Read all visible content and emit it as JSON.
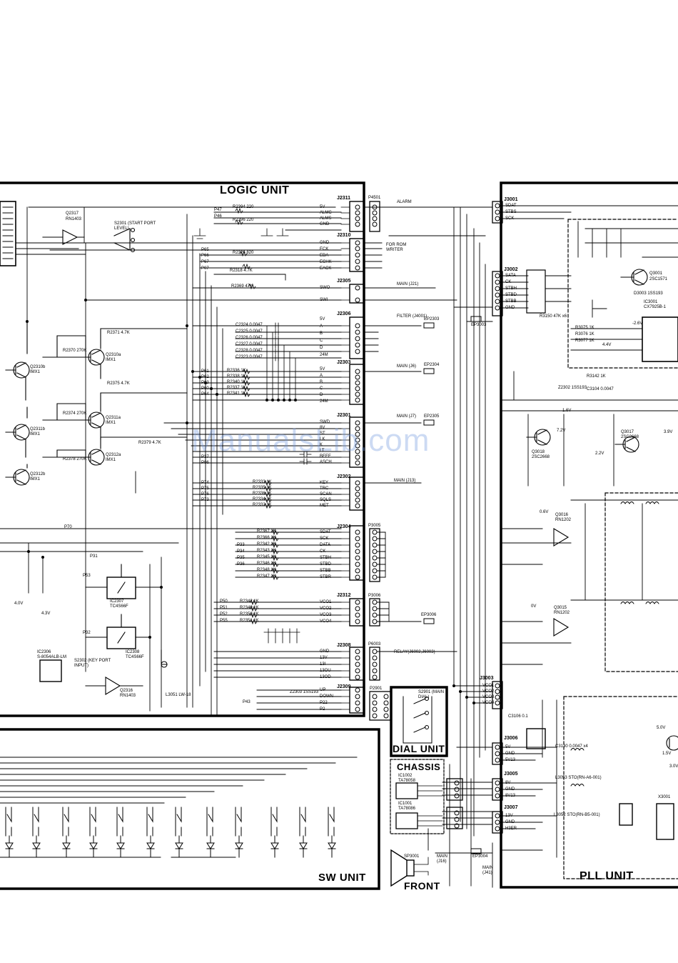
{
  "units": {
    "logic": "LOGIC UNIT",
    "pll": "PLL UNIT",
    "sw": "SW UNIT",
    "dial": "DIAL UNIT",
    "chassis": "CHASSIS",
    "front": "FRONT"
  },
  "watermark": "ManualsLib.com",
  "chassis_ics": [
    {
      "ref": "IC1002",
      "part": "TA78058"
    },
    {
      "ref": "IC1001",
      "part": "TA78086"
    }
  ],
  "logic_ics": [
    {
      "ref": "Q2317",
      "part": "RN1403"
    },
    {
      "ref": "IC2307",
      "part": "TC4S66F"
    },
    {
      "ref": "IC2308",
      "part": "TC4S66F"
    },
    {
      "ref": "IC2306",
      "part": "S-8054ALB-LM"
    },
    {
      "ref": "Q2316",
      "part": "RN1403"
    },
    {
      "ref": "Q2310a",
      "part": "IMX1"
    },
    {
      "ref": "Q2310b",
      "part": "IMX1"
    },
    {
      "ref": "Q2311a",
      "part": "IMX1"
    },
    {
      "ref": "Q2311b",
      "part": "IMX1"
    },
    {
      "ref": "Q2312a",
      "part": "IMX1"
    },
    {
      "ref": "Q2312b",
      "part": "IMX1"
    }
  ],
  "pll_ics": [
    {
      "ref": "Q3001",
      "part": "2SC1571"
    },
    {
      "ref": "IC3001",
      "part": "CX7925B-1"
    },
    {
      "ref": "Q3018",
      "part": "2SC2668"
    },
    {
      "ref": "Q3017",
      "part": "2SC2668"
    },
    {
      "ref": "Q3016",
      "part": "RN1202"
    },
    {
      "ref": "Q3015",
      "part": "RN1202"
    }
  ],
  "connectors": {
    "j2311": {
      "ref": "J2311",
      "pins": [
        "5V",
        "ALMC",
        "ALMS",
        "GND"
      ]
    },
    "j2310": {
      "ref": "J2310",
      "pins": [
        "GND",
        "ECK",
        "EDA",
        "ECHK",
        "EACK"
      ]
    },
    "j2305": {
      "ref": "J2305",
      "pins": [
        "SWO",
        "SWI"
      ]
    },
    "j2306": {
      "ref": "J2306",
      "pins": [
        "5V",
        "A",
        "B",
        "C",
        "D",
        "24M"
      ]
    },
    "j2303": {
      "ref": "J2303",
      "pins": [
        "5V",
        "A",
        "B",
        "C",
        "D",
        "24M"
      ]
    },
    "j2301": {
      "ref": "J2301",
      "pins": [
        "SWD",
        "8V",
        "ST",
        "LK",
        "K",
        "LT",
        "BEEF",
        "ASCH"
      ]
    },
    "j2302": {
      "ref": "J2302",
      "pins": [
        "KEY",
        "TRC",
        "SCAN",
        "SQLS",
        "MET"
      ]
    },
    "j2304": {
      "ref": "J2304",
      "pins": [
        "SDAT",
        "SCK",
        "DATA",
        "CK",
        "STBH",
        "STBD",
        "STBB",
        "STBR"
      ]
    },
    "j2312": {
      "ref": "J2312",
      "pins": [
        "VCO1",
        "VCO2",
        "VCO3",
        "VCO4"
      ]
    },
    "j2308": {
      "ref": "J2308",
      "pins": [
        "GND",
        "13V",
        "13I",
        "13OU",
        "13OD"
      ]
    },
    "j2309": {
      "ref": "J2309",
      "pins": [
        "UP",
        "DOWN",
        "P22",
        "P2"
      ]
    },
    "j3001": {
      "ref": "J3001",
      "pins": [
        "SDAT",
        "STBS",
        "SCK"
      ]
    },
    "j3002": {
      "ref": "J3002",
      "pins": [
        "SATA",
        "CK",
        "STBH",
        "STBD",
        "STBB",
        "GND"
      ]
    },
    "j3003": {
      "ref": "J3003",
      "pins": [
        "VCO1",
        "VCO2",
        "VCO3",
        "VCO4"
      ]
    },
    "j3006": {
      "ref": "J3006",
      "pins": [
        "5V",
        "GND",
        "5V13"
      ]
    },
    "j3005": {
      "ref": "J3005",
      "pins": [
        "8V",
        "GND",
        "8V13"
      ]
    },
    "j3007": {
      "ref": "J3007",
      "pins": [
        "13V",
        "GND",
        "H3ER"
      ]
    }
  },
  "ports": [
    {
      "ref": "P4501",
      "label": "ALARM"
    },
    {
      "ref": "P3005",
      "label": ""
    },
    {
      "ref": "P3006",
      "label": ""
    },
    {
      "ref": "P6003",
      "label": "RELAY(J6002,J6003)"
    },
    {
      "ref": "P2901",
      "label": ""
    }
  ],
  "signals": [
    {
      "label": "FOR ROM WRITER"
    },
    {
      "label": "MAIN (J21)"
    },
    {
      "label": "FILTER (J4001)"
    },
    {
      "label": "MAIN (J6)"
    },
    {
      "label": "MAIN (J7)"
    },
    {
      "label": "MAIN (J13)"
    },
    {
      "label": "EP2303"
    },
    {
      "label": "EP2304"
    },
    {
      "label": "EP2305"
    },
    {
      "label": "EP3003"
    },
    {
      "label": "EP3006"
    },
    {
      "label": "EP3004"
    },
    {
      "label": "S2301 (START PORT LEVEL)"
    },
    {
      "label": "S2302 (KEY PORT INPUT)"
    },
    {
      "label": "S2901 (MAIN DIAL)"
    },
    {
      "label": "SP3001"
    },
    {
      "label": "MAIN (J16)"
    },
    {
      "label": "MAIN (J41)"
    },
    {
      "label": "X3001"
    }
  ],
  "capacitor_column": [
    "C2324 0.0047",
    "C2325 0.0047",
    "C2326 0.0047",
    "C2327 0.0047",
    "C2328 0.0047",
    "C2323 0.0047"
  ],
  "resistor_column_a": [
    "R2336 1K",
    "R2338 1K",
    "R2340 1K",
    "R2337 1K",
    "R2341 1K"
  ],
  "resistor_column_b": [
    "R2333 1K",
    "R2335 1K",
    "R2336 1K",
    "R2334 1K",
    "R2332 1K"
  ],
  "resistor_column_c": [
    "R2367 1K",
    "R2366 1K",
    "R2342 1K",
    "R2343 1K",
    "R2345 1K",
    "R2346 1K",
    "R2348 1K",
    "R2347 1K"
  ],
  "resistor_column_d": [
    "R2342 1K",
    "R2349 1K",
    "R2350 1K",
    "R2351 1K"
  ],
  "port_labels": [
    "P47",
    "P46",
    "P65",
    "P66",
    "P67",
    "P07",
    "P61",
    "P62",
    "P63",
    "P60",
    "P64",
    "P37",
    "P06",
    "P74",
    "P75",
    "P76",
    "P73",
    "P70",
    "P31",
    "P53",
    "P32",
    "P33",
    "P34",
    "P35",
    "P36",
    "P50",
    "P51",
    "P52",
    "P55",
    "P43"
  ],
  "misc_values": [
    "R2394 220",
    "R2396 220",
    "R2326 820",
    "R2318 4.7K",
    "R2369 47K",
    "R2371 4.7K",
    "R2370 270K",
    "R2375 4.7K",
    "R2374 270K",
    "R2379 4.7K",
    "R2378 270K",
    "R3150 47K x6",
    "R3075 1K",
    "R3076 1K",
    "R3077 1K",
    "R3142 1K",
    "C3104 0.0047",
    "C3106 0.1",
    "C3130 0.0047 x4",
    "L3053 STO(RN-A6-001)",
    "L3052 STO(RN-B5-001)",
    "L3051 LW-18",
    "Z2303 1SS193",
    "Z2302 1SS193",
    "D3003 1SS193",
    "-2.6V",
    "4.4V",
    "1.6V",
    "7.2V",
    "2.2V",
    "3.9V",
    "0.6V",
    "0V",
    "4.0V",
    "4.3V",
    "5.0V",
    "1.5V",
    "3.0V"
  ]
}
